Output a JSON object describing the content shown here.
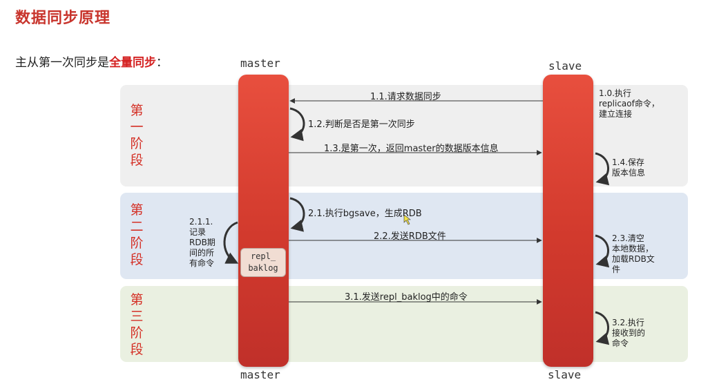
{
  "title": "数据同步原理",
  "subtitle": {
    "prefix": "主从第一次同步是",
    "highlight": "全量同步",
    "suffix": "："
  },
  "lanes": {
    "master": "master",
    "slave": "slave"
  },
  "stages": [
    {
      "chars": [
        "第",
        "一",
        "阶",
        "段"
      ]
    },
    {
      "chars": [
        "第",
        "二",
        "阶",
        "段"
      ]
    },
    {
      "chars": [
        "第",
        "三",
        "阶",
        "段"
      ]
    }
  ],
  "messages": {
    "m1_1": "1.1.请求数据同步",
    "m1_2": "1.2.判断是否是第一次同步",
    "m1_3": "1.3.是第一次，返回master的数据版本信息",
    "m2_1": "2.1.执行bgsave，生成RDB",
    "m2_2": "2.2.发送RDB文件",
    "m3_1": "3.1.发送repl_baklog中的命令"
  },
  "notes": {
    "n1_0": [
      "1.0.执行",
      "replicaof命令，",
      "建立连接"
    ],
    "n1_4": [
      "1.4.保存",
      "版本信息"
    ],
    "n2_1_1": [
      "2.1.1.",
      "记录",
      "RDB期",
      "间的所",
      "有命令"
    ],
    "n2_3": [
      "2.3.清空",
      "本地数据，",
      "加载RDB文",
      "件"
    ],
    "n3_2": [
      "3.2.执行",
      "接收到的",
      "命令"
    ]
  },
  "backlog": [
    "repl_",
    "baklog"
  ],
  "colors": {
    "title": "#c8342c",
    "highlight": "#d42020",
    "lifeline": "#d23a2d",
    "band1": "#efefef",
    "band2": "#dfe7f2",
    "band3": "#eaf0e1"
  }
}
